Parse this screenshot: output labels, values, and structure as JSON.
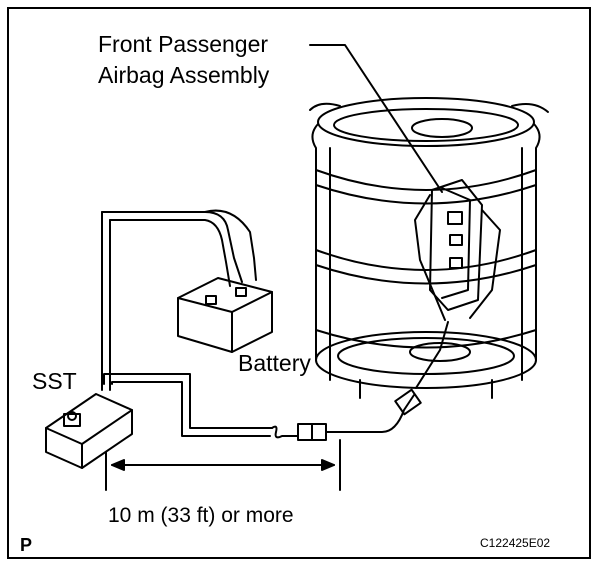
{
  "labels": {
    "part_line1": "Front Passenger",
    "part_line2": "Airbag Assembly",
    "sst": "SST",
    "battery": "Battery",
    "distance": "10 m (33 ft) or more",
    "figure_code": "C122425E02",
    "corner_mark": "P"
  },
  "icons": [
    "sst-device-icon",
    "battery-icon",
    "airbag-assembly-icon",
    "tire-stack-icon",
    "connector-icon"
  ]
}
